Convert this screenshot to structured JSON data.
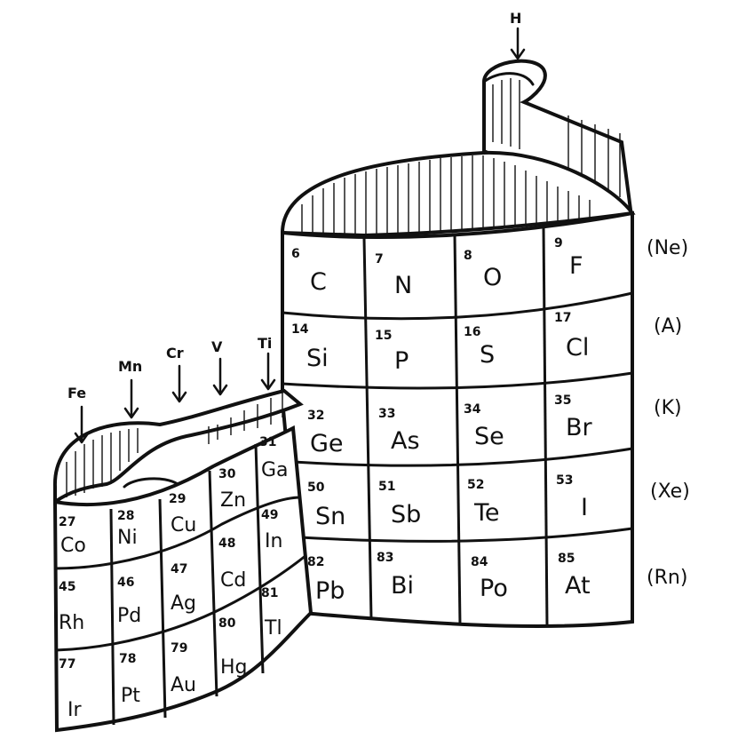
{
  "noble_gases": [
    "(Ne)",
    "(A)",
    "(K)",
    "(Xe)",
    "(Rn)"
  ],
  "top_element": "H",
  "inserted_series": [
    "Fe",
    "Mn",
    "Cr",
    "V",
    "Ti"
  ],
  "main_block": [
    [
      {
        "z": "6",
        "s": "C"
      },
      {
        "z": "7",
        "s": "N"
      },
      {
        "z": "8",
        "s": "O"
      },
      {
        "z": "9",
        "s": "F"
      }
    ],
    [
      {
        "z": "14",
        "s": "Si"
      },
      {
        "z": "15",
        "s": "P"
      },
      {
        "z": "16",
        "s": "S"
      },
      {
        "z": "17",
        "s": "Cl"
      }
    ],
    [
      {
        "z": "32",
        "s": "Ge"
      },
      {
        "z": "33",
        "s": "As"
      },
      {
        "z": "34",
        "s": "Se"
      },
      {
        "z": "35",
        "s": "Br"
      }
    ],
    [
      {
        "z": "50",
        "s": "Sn"
      },
      {
        "z": "51",
        "s": "Sb"
      },
      {
        "z": "52",
        "s": "Te"
      },
      {
        "z": "53",
        "s": "I"
      }
    ],
    [
      {
        "z": "82",
        "s": "Pb"
      },
      {
        "z": "83",
        "s": "Bi"
      },
      {
        "z": "84",
        "s": "Po"
      },
      {
        "z": "85",
        "s": "At"
      }
    ]
  ],
  "side_block": [
    [
      {
        "z": "27",
        "s": "Co"
      },
      {
        "z": "28",
        "s": "Ni"
      },
      {
        "z": "29",
        "s": "Cu"
      },
      {
        "z": "30",
        "s": "Zn"
      },
      {
        "z": "31",
        "s": "Ga"
      }
    ],
    [
      {
        "z": "45",
        "s": "Rh"
      },
      {
        "z": "46",
        "s": "Pd"
      },
      {
        "z": "47",
        "s": "Ag"
      },
      {
        "z": "48",
        "s": "Cd"
      },
      {
        "z": "49",
        "s": "In"
      }
    ],
    [
      {
        "z": "77",
        "s": "Ir"
      },
      {
        "z": "78",
        "s": "Pt"
      },
      {
        "z": "79",
        "s": "Au"
      },
      {
        "z": "80",
        "s": "Hg"
      },
      {
        "z": "81",
        "s": "Tl"
      }
    ]
  ]
}
